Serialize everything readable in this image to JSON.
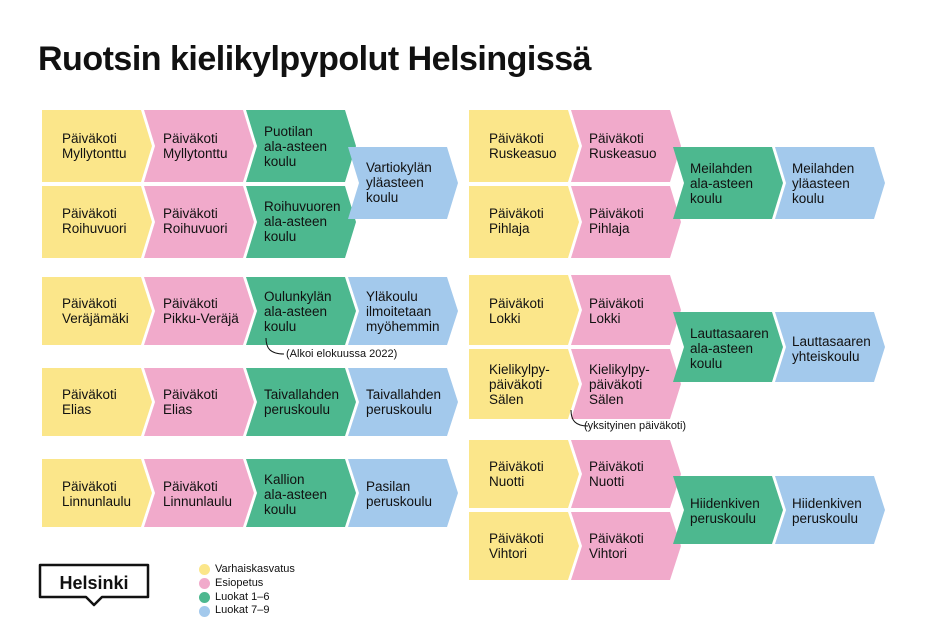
{
  "title": "Ruotsin kielikylpypolut Helsingissä",
  "colors": {
    "varhaiskasvatus": "#fbe68a",
    "esiopetus": "#f1aacb",
    "luokat_1_6": "#4db88f",
    "luokat_7_9": "#a3c9ec"
  },
  "paths": {
    "p1": {
      "a": "Päiväkoti\nMyllytonttu",
      "b": "Päiväkoti\nMyllytonttu",
      "c": "Puotilan\nala-asteen\nkoulu",
      "d": "Päiväkoti\nRoihuvuori",
      "e": "Päiväkoti\nRoihuvuori",
      "f": "Roihuvuoren\nala-asteen\nkoulu",
      "g": "Vartiokylän\nyläasteen\nkoulu"
    },
    "p2": {
      "a": "Päiväkoti\nVeräjämäki",
      "b": "Päiväkoti\nPikku-Veräjä",
      "c": "Oulunkylän\nala-asteen\nkoulu",
      "d": "Yläkoulu\nilmoitetaan\nmyöhemmin",
      "note": "(Alkoi elokuussa 2022)"
    },
    "p3": {
      "a": "Päiväkoti\nElias",
      "b": "Päiväkoti\nElias",
      "c": "Taivallahden\nperuskoulu",
      "d": "Taivallahden\nperuskoulu"
    },
    "p4": {
      "a": "Päiväkoti\nLinnunlaulu",
      "b": "Päiväkoti\nLinnunlaulu",
      "c": "Kallion\nala-asteen\nkoulu",
      "d": "Pasilan\nperuskoulu"
    },
    "p5": {
      "a": "Päiväkoti\nRuskeasuo",
      "b": "Päiväkoti\nRuskeasuo",
      "c": "Päiväkoti\nPihlaja",
      "d": "Päiväkoti\nPihlaja",
      "e": "Meilahden\nala-asteen\nkoulu",
      "f": "Meilahden\nyläasteen\nkoulu"
    },
    "p6": {
      "a": "Päiväkoti\nLokki",
      "b": "Päiväkoti\nLokki",
      "c": "Kielikylpy-\npäiväkoti\nSälen",
      "d": "Kielikylpy-\npäiväkoti\nSälen",
      "e": "Lauttasaaren\nala-asteen\nkoulu",
      "f": "Lauttasaaren\nyhteiskoulu",
      "note": "(yksityinen päiväkoti)"
    },
    "p7": {
      "a": "Päiväkoti\nNuotti",
      "b": "Päiväkoti\nNuotti",
      "c": "Päiväkoti\nVihtori",
      "d": "Päiväkoti\nVihtori",
      "e": "Hiidenkiven\nperuskoulu",
      "f": "Hiidenkiven\nperuskoulu"
    }
  },
  "legend": {
    "varhaiskasvatus": "Varhaiskasvatus",
    "esiopetus": "Esiopetus",
    "luokat_1_6": "Luokat 1–6",
    "luokat_7_9": "Luokat 7–9"
  },
  "logo": "Helsinki"
}
